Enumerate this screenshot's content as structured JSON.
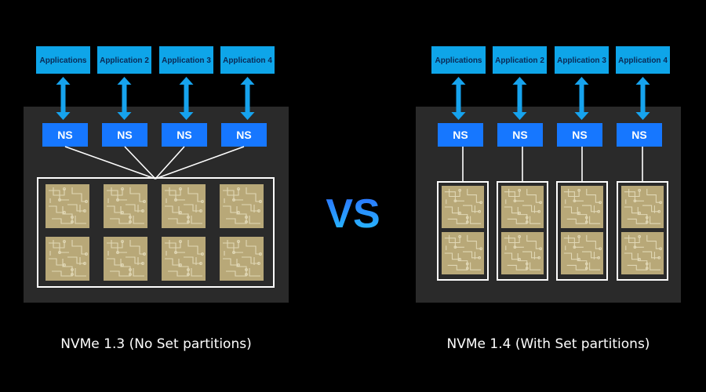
{
  "colors": {
    "background": "#000000",
    "panel": "#2a2a2a",
    "app_box": "#0ea5e9",
    "app_text": "#0b2a55",
    "ns_box": "#1677ff",
    "arrow": "#16a3ee",
    "outline": "#ffffff",
    "chip": "#b8a878",
    "chip_trace": "#e8e0c0",
    "vs_top": "#2b6cff",
    "vs_bottom": "#27c3ff",
    "caption": "#ffffff"
  },
  "left": {
    "apps": [
      "Applications",
      "Application 2",
      "Application 3",
      "Application 4"
    ],
    "namespaces": [
      "NS",
      "NS",
      "NS",
      "NS"
    ],
    "nand_rows": 2,
    "nand_cols": 4,
    "caption": "NVMe 1.3 (No Set partitions)"
  },
  "vs_label": "VS",
  "right": {
    "apps": [
      "Applications",
      "Application 2",
      "Application 3",
      "Application 4"
    ],
    "namespaces": [
      "NS",
      "NS",
      "NS",
      "NS"
    ],
    "sets_count": 4,
    "chips_per_set": 2,
    "caption": "NVMe 1.4 (With Set partitions)"
  }
}
